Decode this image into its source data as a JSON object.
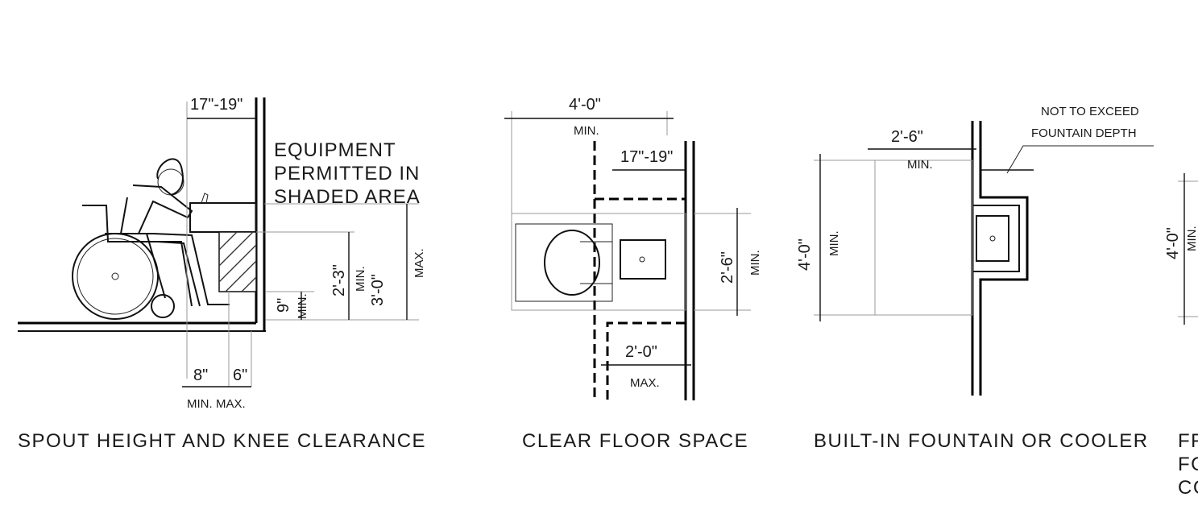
{
  "panels": {
    "spout": {
      "caption": "SPOUT HEIGHT AND KNEE CLEARANCE",
      "dim_top": "17\"-19\"",
      "note_lines": [
        "EQUIPMENT",
        "PERMITTED IN",
        "SHADED AREA"
      ],
      "dim_3ft": "3'-0\"",
      "dim_3ft_qual": "MAX.",
      "dim_2ft3": "2'-3\"",
      "dim_2ft3_qual": "MIN.",
      "dim_9in": "9\"",
      "dim_9in_qual": "MIN.",
      "dim_8in": "8\"",
      "dim_8in_qual": "MIN.",
      "dim_6in": "6\"",
      "dim_6in_qual": "MAX."
    },
    "floor": {
      "caption": "CLEAR FLOOR SPACE",
      "dim_4ft": "4'-0\"",
      "dim_4ft_qual": "MIN.",
      "dim_17in": "17\"-19\"",
      "dim_2ft6": "2'-6\"",
      "dim_2ft6_qual": "MIN.",
      "dim_2ft": "2'-0\"",
      "dim_2ft_qual": "MAX."
    },
    "builtin": {
      "caption": "BUILT-IN FOUNTAIN OR COOLER",
      "note_lines": [
        "NOT TO EXCEED",
        "FOUNTAIN DEPTH"
      ],
      "dim_2ft6": "2'-6\"",
      "dim_2ft6_qual": "MIN.",
      "dim_4ft": "4'-0\"",
      "dim_4ft_qual": "MIN."
    },
    "cut": {
      "caption_fragments": [
        "FF",
        "FC",
        "CC"
      ],
      "dim_4ft": "4'-0\"",
      "dim_qual": "MIN."
    }
  }
}
